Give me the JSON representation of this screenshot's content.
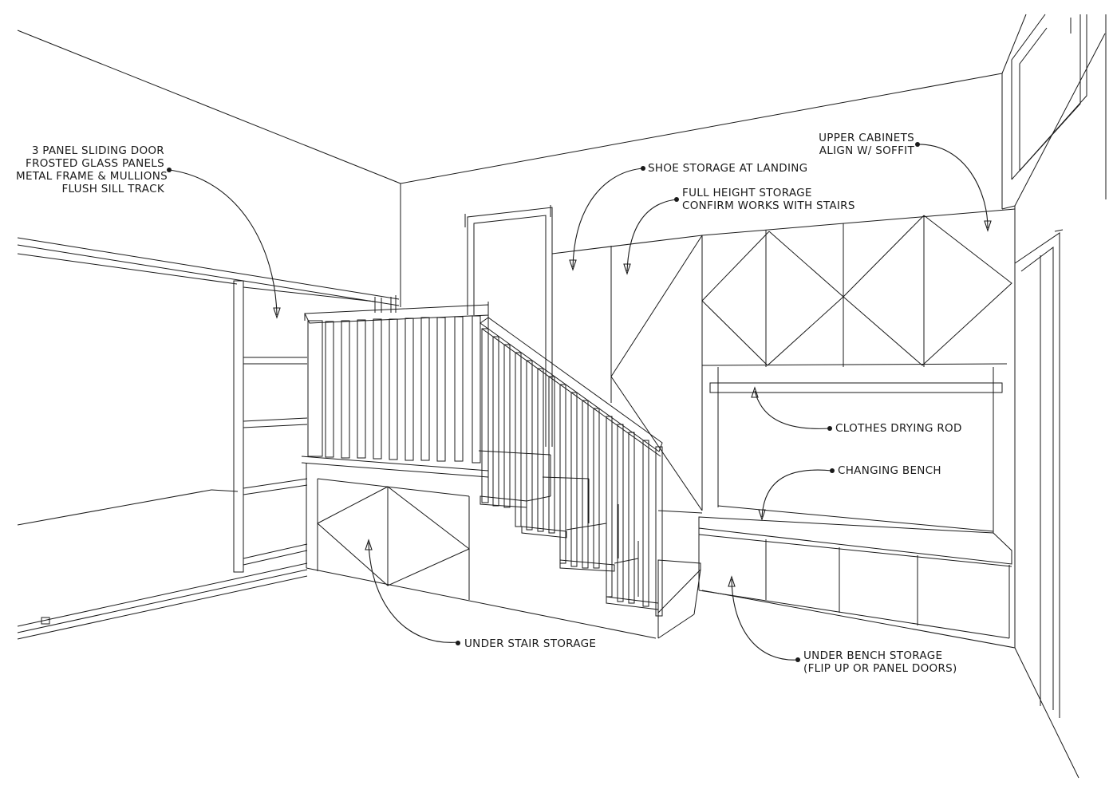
{
  "annotations": {
    "sliding_door": [
      "3 PANEL SLIDING DOOR",
      "FROSTED GLASS PANELS",
      "METAL FRAME & MULLIONS",
      "FLUSH SILL TRACK"
    ],
    "shoe_storage": "SHOE STORAGE AT LANDING",
    "full_height_storage": [
      "FULL HEIGHT STORAGE",
      "CONFIRM WORKS WITH STAIRS"
    ],
    "upper_cabinets": [
      "UPPER CABINETS",
      "ALIGN W/ SOFFIT"
    ],
    "clothes_drying_rod": "CLOTHES DRYING ROD",
    "changing_bench": "CHANGING BENCH",
    "under_stair_storage": "UNDER STAIR STORAGE",
    "under_bench_storage": [
      "UNDER BENCH STORAGE",
      "(FLIP UP OR PANEL DOORS)"
    ]
  }
}
